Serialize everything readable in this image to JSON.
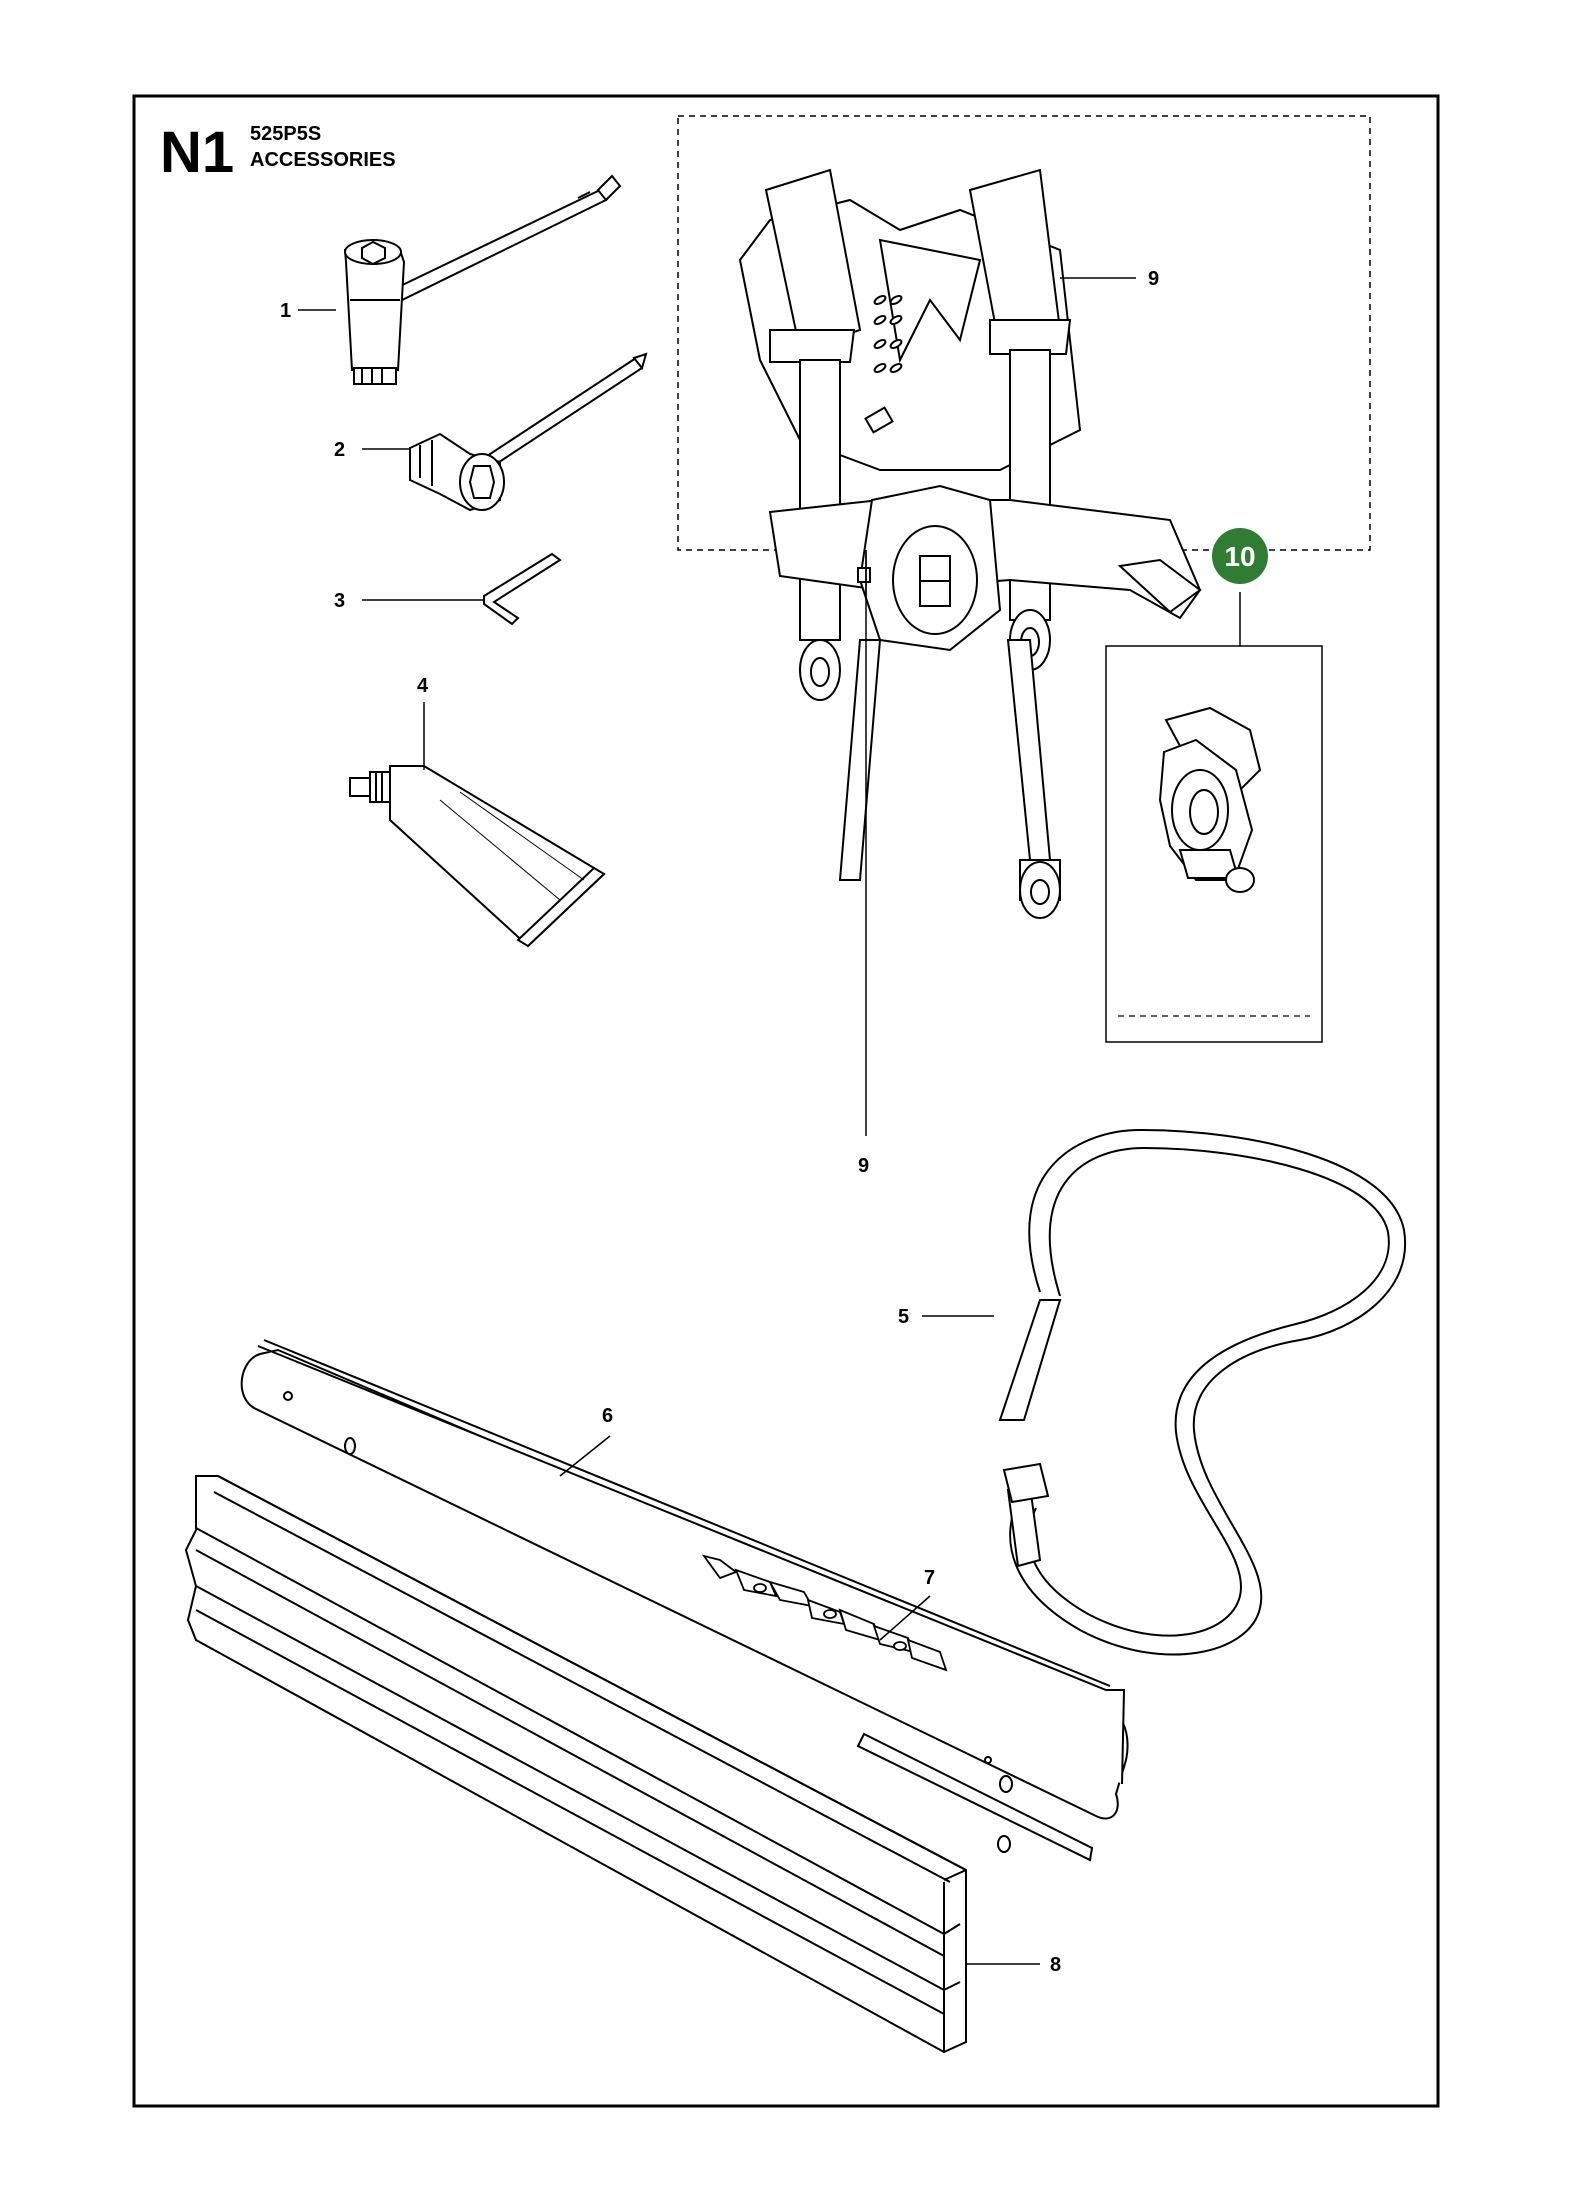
{
  "header": {
    "section_code": "N1",
    "model": "525P5S",
    "title": "ACCESSORIES"
  },
  "callouts": [
    {
      "id": "1",
      "part": "combination-spanner"
    },
    {
      "id": "2",
      "part": "spark-plug-wrench"
    },
    {
      "id": "3",
      "part": "hex-key"
    },
    {
      "id": "4",
      "part": "grease-tube"
    },
    {
      "id": "5",
      "part": "shoulder-strap"
    },
    {
      "id": "6",
      "part": "guide-bar"
    },
    {
      "id": "7",
      "part": "saw-chain"
    },
    {
      "id": "8",
      "part": "bar-cover"
    },
    {
      "id": "9",
      "part": "harness"
    },
    {
      "id": "10",
      "part": "harness-hook"
    }
  ],
  "callout_9_bottom": "9",
  "highlight_badge": {
    "label": "10",
    "color": "#2e7d32"
  },
  "colors": {
    "line": "#000000",
    "paper": "#ffffff",
    "badge": "#2e7d32"
  }
}
